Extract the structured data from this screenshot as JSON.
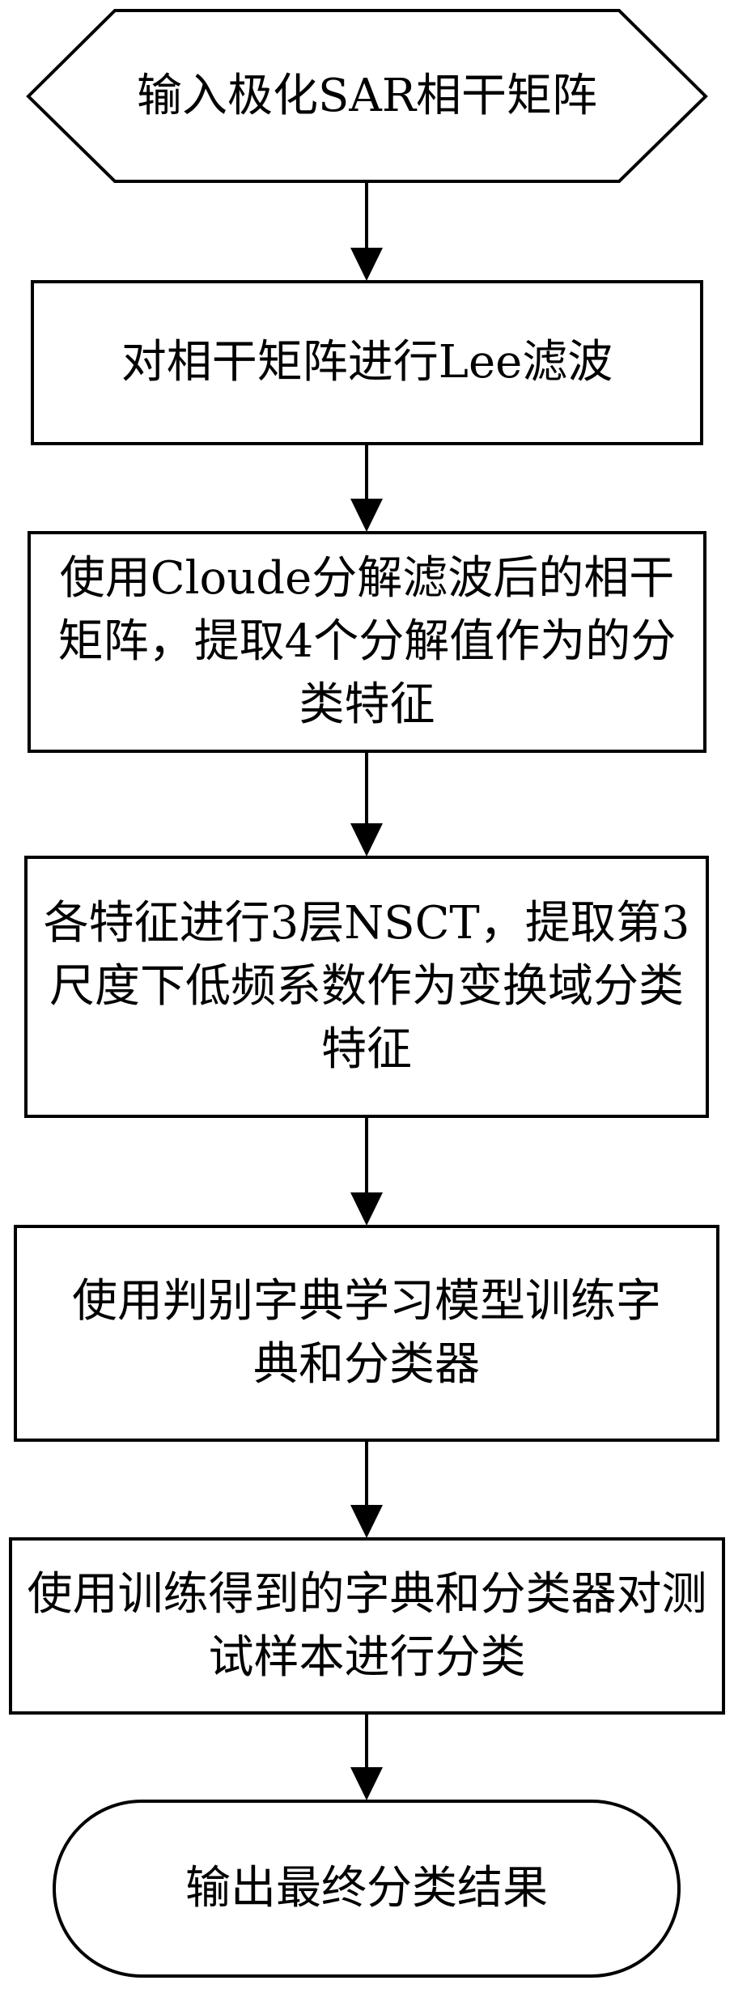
{
  "flowchart": {
    "start": "输入极化SAR相干矩阵",
    "steps": [
      "对相干矩阵进行Lee滤波",
      "使用Cloude分解滤波后的相干矩阵，提取4个分解值作为的分类特征",
      "各特征进行3层NSCT，提取第3尺度下低频系数作为变换域分类特征",
      "使用判别字典学习模型训练字典和分类器",
      "使用训练得到的字典和分类器对测试样本进行分类"
    ],
    "end": "输出最终分类结果"
  }
}
